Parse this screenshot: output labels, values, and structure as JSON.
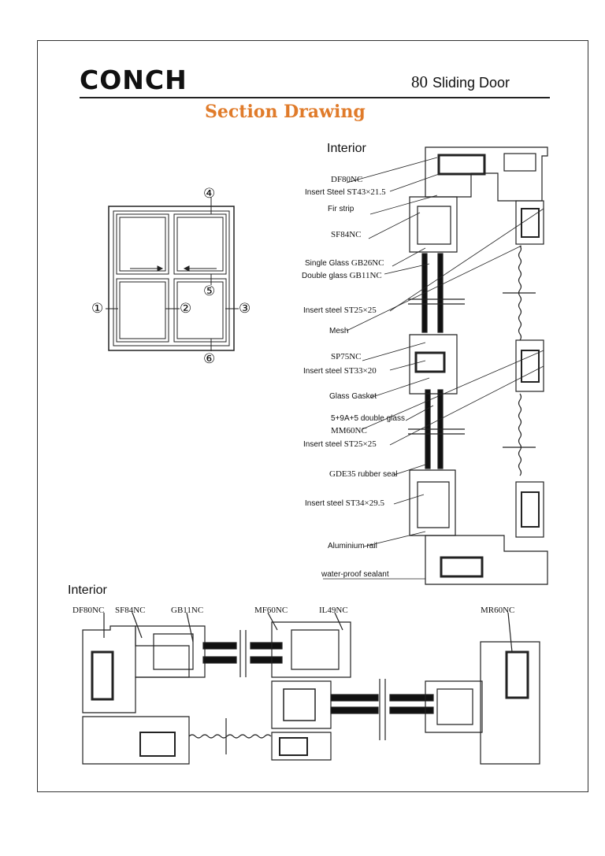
{
  "brand": {
    "logo_text": "CONCH"
  },
  "header": {
    "product_number": "80",
    "product_name": "Sliding Door",
    "title": "Section Drawing",
    "title_color": "#e07b2a"
  },
  "vertical_section": {
    "heading": "Interior",
    "labels": [
      {
        "prefix": "",
        "code": "DF80NC"
      },
      {
        "prefix": "Insert Steel",
        "code": "ST43×21.5"
      },
      {
        "prefix": "Fir strip",
        "code": ""
      },
      {
        "prefix": "",
        "code": "SF84NC"
      },
      {
        "prefix": "Single Glass",
        "code": "GB26NC"
      },
      {
        "prefix": "Double glass",
        "code": "GB11NC"
      },
      {
        "prefix": "Insert steel",
        "code": "ST25×25"
      },
      {
        "prefix": "Mesh",
        "code": ""
      },
      {
        "prefix": "",
        "code": "SP75NC"
      },
      {
        "prefix": "Insert steel",
        "code": "ST33×20"
      },
      {
        "prefix": "Glass Gasket",
        "code": ""
      },
      {
        "prefix": "5+9A+5 double glass",
        "code": ""
      },
      {
        "prefix": "",
        "code": "MM60NC"
      },
      {
        "prefix": "Insert steel",
        "code": "ST25×25"
      },
      {
        "prefix": "rubber seal",
        "code": "GDE35"
      },
      {
        "prefix": "Insert steel",
        "code": "ST34×29.5"
      },
      {
        "prefix": "Aluminium rail",
        "code": ""
      },
      {
        "prefix": "water-proof sealant",
        "code": ""
      }
    ]
  },
  "elevation": {
    "markers": [
      "①",
      "②",
      "③",
      "④",
      "⑤",
      "⑥"
    ]
  },
  "horizontal_section": {
    "heading": "Interior",
    "labels": [
      "DF80NC",
      "SF84NC",
      "GB11NC",
      "MF60NC",
      "IL49NC",
      "MR60NC"
    ]
  }
}
